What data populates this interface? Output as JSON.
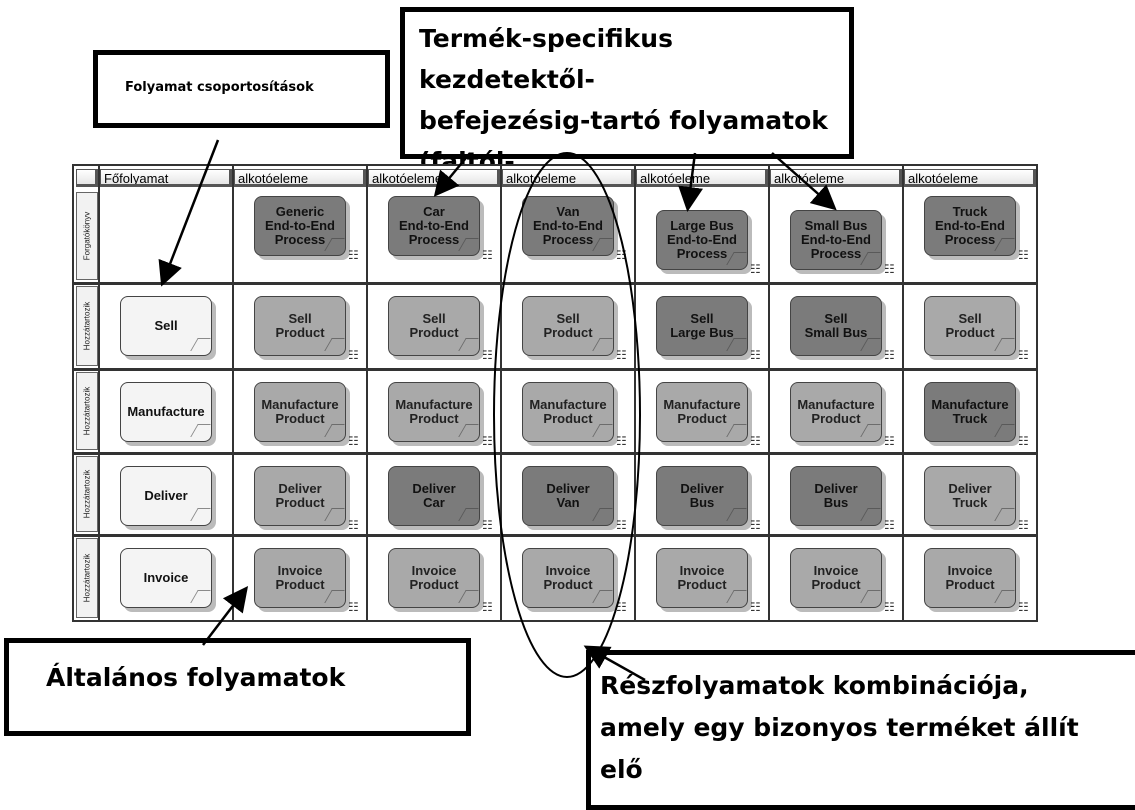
{
  "callouts": {
    "groupings": "Folyamat csoportosítások",
    "product_specific": "Termék-specifikus kezdetektől-\nbefejezésig-tartó folyamatok (faltól-\nfalig)",
    "general": "Általános folyamatok",
    "combination": "Részfolyamatok kombinációja,\namely egy bizonyos terméket állít\nelő"
  },
  "header": {
    "main_col": "Főfolyamat",
    "component_cols": [
      "alkotóeleme",
      "alkotóeleme",
      "alkotóeleme",
      "alkotóeleme",
      "alkotóeleme",
      "alkotóeleme"
    ]
  },
  "row_labels": [
    "Forgatókönyv",
    "Hozzátartozik",
    "Hozzátartozik",
    "Hozzátartozik",
    "Hozzátartozik"
  ],
  "main_processes": [
    "Sell",
    "Manufacture",
    "Deliver",
    "Invoice"
  ],
  "colors": {
    "light_box": "#a9a9a9",
    "dark_box": "#7b7b7b",
    "main_box": "#f4f4f4"
  },
  "rows": [
    [
      {
        "label": "Generic\nEnd-to-End\nProcess",
        "tone": "dark"
      },
      {
        "label": "Car\nEnd-to-End\nProcess",
        "tone": "dark"
      },
      {
        "label": "Van\nEnd-to-End\nProcess",
        "tone": "dark"
      },
      {
        "label": "Large Bus\nEnd-to-End\nProcess",
        "tone": "dark"
      },
      {
        "label": "Small Bus\nEnd-to-End\nProcess",
        "tone": "dark"
      },
      {
        "label": "Truck\nEnd-to-End\nProcess",
        "tone": "dark"
      }
    ],
    [
      {
        "label": "Sell\nProduct",
        "tone": "light"
      },
      {
        "label": "Sell\nProduct",
        "tone": "light"
      },
      {
        "label": "Sell\nProduct",
        "tone": "light"
      },
      {
        "label": "Sell\nLarge Bus",
        "tone": "dark"
      },
      {
        "label": "Sell\nSmall Bus",
        "tone": "dark"
      },
      {
        "label": "Sell\nProduct",
        "tone": "light"
      }
    ],
    [
      {
        "label": "Manufacture\nProduct",
        "tone": "light"
      },
      {
        "label": "Manufacture\nProduct",
        "tone": "light"
      },
      {
        "label": "Manufacture\nProduct",
        "tone": "light"
      },
      {
        "label": "Manufacture\nProduct",
        "tone": "light"
      },
      {
        "label": "Manufacture\nProduct",
        "tone": "light"
      },
      {
        "label": "Manufacture\nTruck",
        "tone": "dark"
      }
    ],
    [
      {
        "label": "Deliver\nProduct",
        "tone": "light"
      },
      {
        "label": "Deliver\nCar",
        "tone": "dark"
      },
      {
        "label": "Deliver\nVan",
        "tone": "dark"
      },
      {
        "label": "Deliver\nBus",
        "tone": "dark"
      },
      {
        "label": "Deliver\nBus",
        "tone": "dark"
      },
      {
        "label": "Deliver\nTruck",
        "tone": "light"
      }
    ],
    [
      {
        "label": "Invoice\nProduct",
        "tone": "light"
      },
      {
        "label": "Invoice\nProduct",
        "tone": "light"
      },
      {
        "label": "Invoice\nProduct",
        "tone": "light"
      },
      {
        "label": "Invoice\nProduct",
        "tone": "light"
      },
      {
        "label": "Invoice\nProduct",
        "tone": "light"
      },
      {
        "label": "Invoice\nProduct",
        "tone": "light"
      }
    ]
  ]
}
